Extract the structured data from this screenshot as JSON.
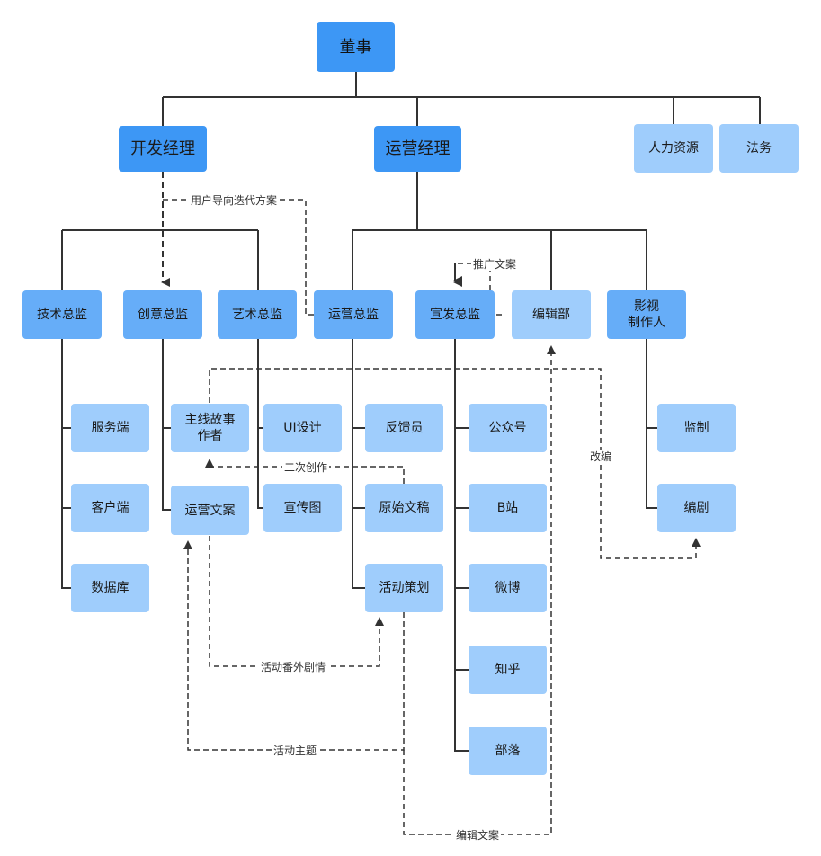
{
  "nodes": {
    "chairman": "董事",
    "dev_manager": "开发经理",
    "ops_manager": "运营经理",
    "hr": "人力资源",
    "legal": "法务",
    "tech_director": "技术总监",
    "creative_director": "创意总监",
    "art_director": "艺术总监",
    "ops_director": "运营总监",
    "promo_director": "宣发总监",
    "editorial": "编辑部",
    "film_producer": "影视\n制作人",
    "server": "服务端",
    "client": "客户端",
    "database": "数据库",
    "main_story_author": "主线故事\n作者",
    "ops_copy": "运营文案",
    "ui_design": "UI设计",
    "promo_image": "宣传图",
    "feedback": "反馈员",
    "original_draft": "原始文稿",
    "event_planning": "活动策划",
    "wechat_account": "公众号",
    "bilibili": "B站",
    "weibo": "微博",
    "zhihu": "知乎",
    "tribe": "部落",
    "supervision": "监制",
    "screenwriter": "编剧"
  },
  "edge_labels": {
    "user_iteration": "用户导向迭代方案",
    "promo_copy": "推广文案",
    "adaptation": "改编",
    "secondary_creation": "二次创作",
    "event_side_story": "活动番外剧情",
    "event_theme": "活动主题",
    "edit_copy": "编辑文案"
  },
  "colors": {
    "level0": "#3d97f5",
    "level2": "#66adf8",
    "level3": "#9fcdfc",
    "line": "#333333"
  }
}
